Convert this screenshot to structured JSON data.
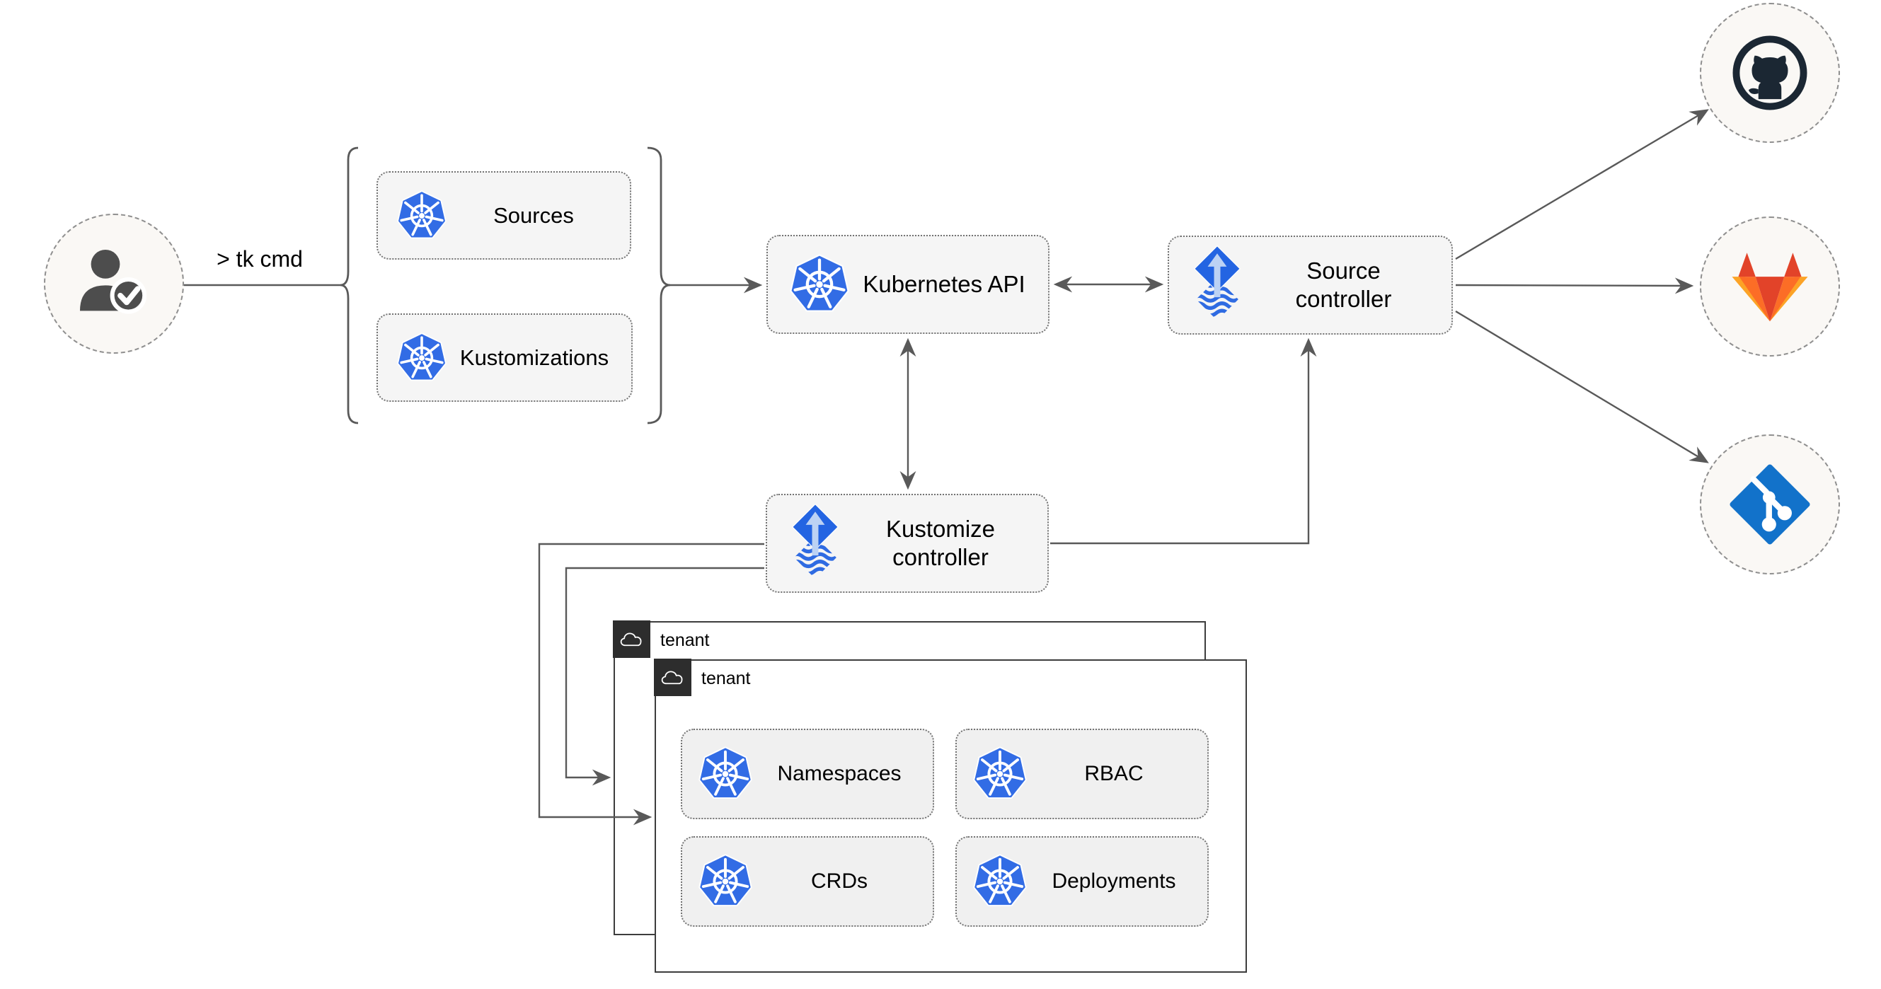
{
  "diagram": {
    "user": {
      "command_label": "> tk cmd",
      "icon": "user-check-icon"
    },
    "toolkit_crds": {
      "sources": {
        "label": "Sources",
        "icon": "kubernetes-icon"
      },
      "kustomizations": {
        "label": "Kustomizations",
        "icon": "kubernetes-icon"
      }
    },
    "cluster": {
      "kubernetes_api": {
        "label": "Kubernetes API",
        "icon": "kubernetes-icon"
      },
      "source_controller": {
        "label": "Source\ncontroller",
        "icon": "flux-icon"
      },
      "kustomize_controller": {
        "label": "Kustomize\ncontroller",
        "icon": "flux-icon"
      }
    },
    "repositories": {
      "github": {
        "icon": "github-icon"
      },
      "gitlab": {
        "icon": "gitlab-icon"
      },
      "git": {
        "icon": "git-icon"
      }
    },
    "tenants": {
      "back": {
        "label": "tenant",
        "icon": "cloud-icon"
      },
      "front": {
        "label": "tenant",
        "icon": "cloud-icon",
        "resources": [
          {
            "label": "Namespaces",
            "icon": "kubernetes-icon"
          },
          {
            "label": "RBAC",
            "icon": "kubernetes-icon"
          },
          {
            "label": "CRDs",
            "icon": "kubernetes-icon"
          },
          {
            "label": "Deployments",
            "icon": "kubernetes-icon"
          }
        ]
      }
    },
    "colors": {
      "connector": "#595959",
      "node_fill": "#f5f5f5",
      "node_border": "#737373",
      "circle_fill": "#faf8f5",
      "kubernetes_blue": "#326ce5",
      "flux_blue": "#2364e2",
      "flux_arrow_light": "#bcd2f4",
      "github_dark": "#1b2733",
      "gitlab_red": "#e24329",
      "gitlab_orange": "#fc6d26",
      "gitlab_light_orange": "#fca326",
      "git_blue": "#1272ca",
      "tenant_border": "#3d3d3d",
      "tenant_tab_fill": "#2d2d2d"
    }
  }
}
